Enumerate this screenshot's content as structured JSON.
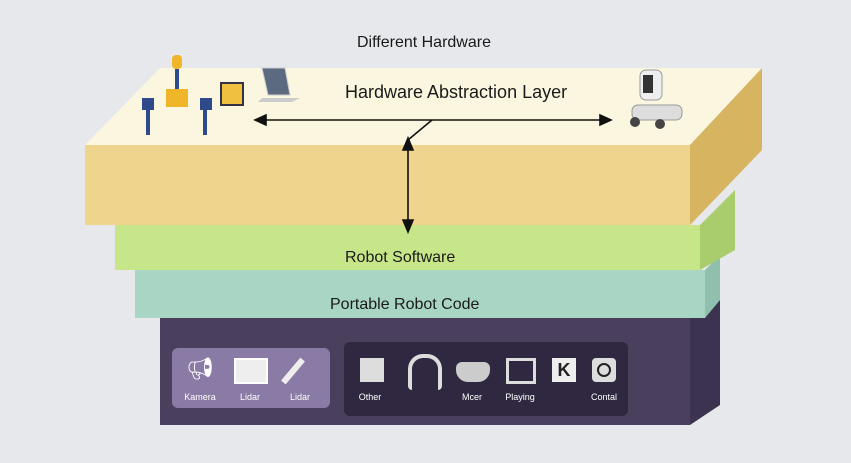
{
  "title": "Different Hardware",
  "layers": {
    "hal": "Hardware Abstraction Layer",
    "software": "Robot Software",
    "portable": "Portable Robot Code"
  },
  "sensors_left": [
    {
      "label": "Kamera",
      "icon": "megaphone-icon"
    },
    {
      "label": "Lidar",
      "icon": "monitor-icon"
    },
    {
      "label": "Lidar",
      "icon": "wrench-icon"
    }
  ],
  "sensors_right": [
    {
      "label": "Other",
      "icon": "camera-box-icon"
    },
    {
      "label": "",
      "icon": "headphones-icon"
    },
    {
      "label": "Mcer",
      "icon": "vr-headset-icon"
    },
    {
      "label": "Playing",
      "icon": "monitor-icon"
    },
    {
      "label": "",
      "icon": "k-icon"
    },
    {
      "label": "Contal",
      "icon": "camera-lens-icon"
    }
  ]
}
